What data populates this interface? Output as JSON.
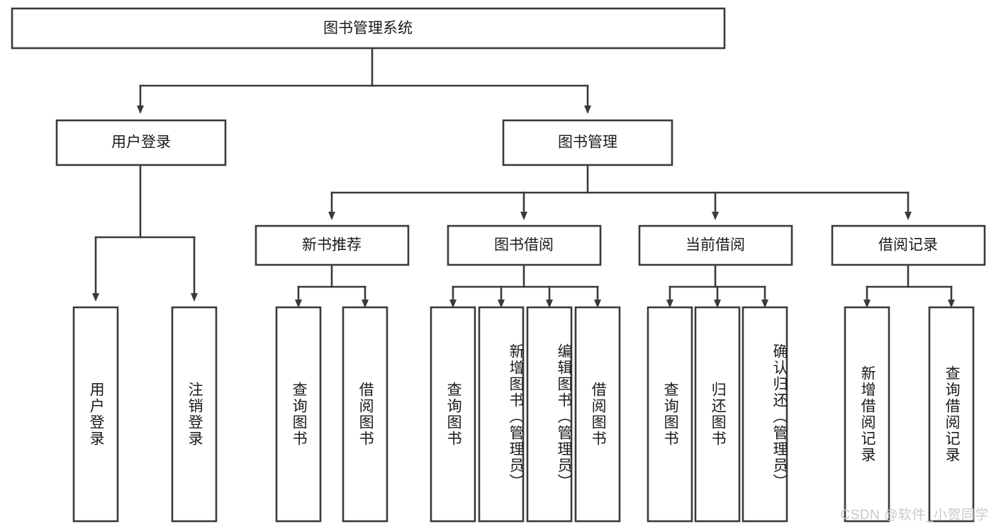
{
  "diagram": {
    "title": "图书管理系统",
    "type": "tree-hierarchy",
    "watermark": "CSDN @软件_小贺同学",
    "colors": {
      "stroke": "#3a3a3a",
      "fill": "#ffffff",
      "text": "#1b1b1b",
      "watermark": "#c9c9c9"
    },
    "root": {
      "label": "图书管理系统"
    },
    "level1": [
      {
        "label": "用户登录"
      },
      {
        "label": "图书管理"
      }
    ],
    "level2": [
      {
        "label": "新书推荐"
      },
      {
        "label": "图书借阅"
      },
      {
        "label": "当前借阅"
      },
      {
        "label": "借阅记录"
      }
    ],
    "leaves": {
      "user_login": [
        {
          "label": "用户登录"
        },
        {
          "label": "注销登录"
        }
      ],
      "new_book_recommend": [
        {
          "label": "查询图书"
        },
        {
          "label": "借阅图书"
        }
      ],
      "book_borrow": [
        {
          "label": "查询图书"
        },
        {
          "label": "新增图书（管理员）"
        },
        {
          "label": "编辑图书（管理员）"
        },
        {
          "label": "借阅图书"
        }
      ],
      "current_borrow": [
        {
          "label": "查询图书"
        },
        {
          "label": "归还图书"
        },
        {
          "label": "确认归还（管理员）"
        }
      ],
      "borrow_record": [
        {
          "label": "新增借阅记录"
        },
        {
          "label": "查询借阅记录"
        }
      ]
    }
  }
}
